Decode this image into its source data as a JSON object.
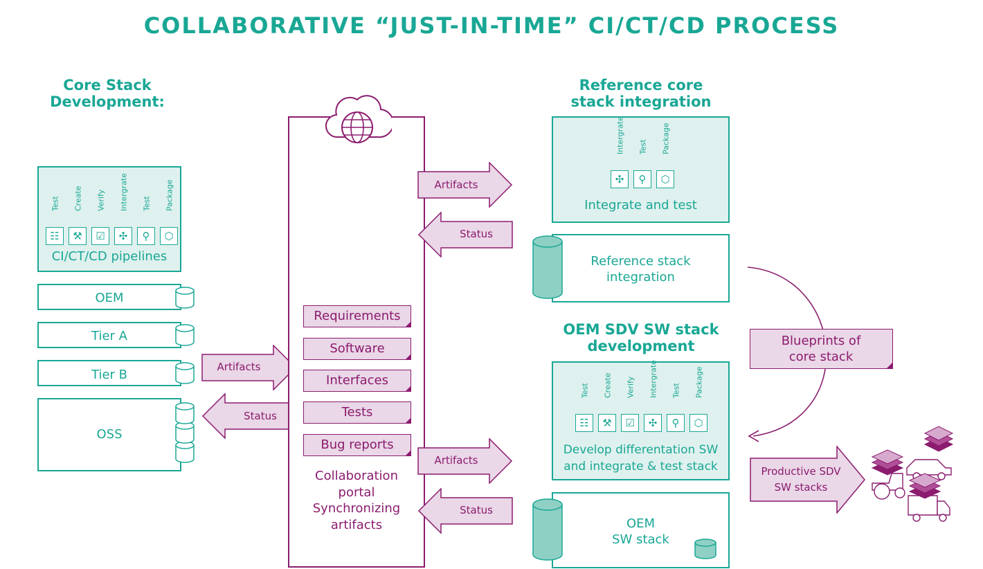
{
  "title": "COLLABORATIVE “JUST-IN-TIME” CI/CT/CD PROCESS",
  "core_stack": {
    "heading_line1": "Core Stack",
    "heading_line2": "Development:",
    "pipeline_label": "CI/CT/CD pipelines",
    "stages": [
      {
        "label": "Test",
        "icon": "checklist-icon",
        "glyph": "☷"
      },
      {
        "label": "Create",
        "icon": "hammer-icon",
        "glyph": "⚒"
      },
      {
        "label": "Verify",
        "icon": "check-list-icon",
        "glyph": "☑"
      },
      {
        "label": "Intergrate",
        "icon": "puzzle-icon",
        "glyph": "✣"
      },
      {
        "label": "Test",
        "icon": "magnifier-icon",
        "glyph": "⚲"
      },
      {
        "label": "Package",
        "icon": "package-icon",
        "glyph": "⬡"
      }
    ],
    "sources": [
      "OEM",
      "Tier A",
      "Tier B",
      "OSS"
    ]
  },
  "portal": {
    "artifacts": [
      "Requirements",
      "Software",
      "Interfaces",
      "Tests",
      "Bug reports"
    ],
    "caption_line1": "Collaboration",
    "caption_line2": "portal",
    "caption_line3": "Synchronizing",
    "caption_line4": "artifacts",
    "cloud_icon": "cloud-globe-icon"
  },
  "arrows": {
    "artifacts": "Artifacts",
    "status": "Status"
  },
  "reference": {
    "heading_line1": "Reference core",
    "heading_line2": "stack integration",
    "stages": [
      {
        "label": "Intergrate",
        "icon": "puzzle-icon",
        "glyph": "✣"
      },
      {
        "label": "Test",
        "icon": "magnifier-icon",
        "glyph": "⚲"
      },
      {
        "label": "Package",
        "icon": "package-icon",
        "glyph": "⬡"
      }
    ],
    "box_label": "Integrate and test",
    "stack_line1": "Reference stack",
    "stack_line2": "integration"
  },
  "oem": {
    "heading_line1": "OEM SDV SW stack",
    "heading_line2": "development",
    "stages": [
      {
        "label": "Test",
        "icon": "checklist-icon",
        "glyph": "☷"
      },
      {
        "label": "Create",
        "icon": "hammer-icon",
        "glyph": "⚒"
      },
      {
        "label": "Verify",
        "icon": "check-list-icon",
        "glyph": "☑"
      },
      {
        "label": "Intergrate",
        "icon": "puzzle-icon",
        "glyph": "✣"
      },
      {
        "label": "Test",
        "icon": "magnifier-icon",
        "glyph": "⚲"
      },
      {
        "label": "Package",
        "icon": "package-icon",
        "glyph": "⬡"
      }
    ],
    "box_line1": "Develop differentation SW",
    "box_line2": "and integrate & test stack",
    "stack_line1": "OEM",
    "stack_line2": "SW stack"
  },
  "blueprints_line1": "Blueprints of",
  "blueprints_line2": "core stack",
  "productive_line1": "Productive SDV",
  "productive_line2": "SW stacks",
  "colors": {
    "teal": "#19a795",
    "teal_fill": "#dff1ee",
    "purple": "#8b1c6e",
    "purple_fill": "#ead7e7"
  }
}
